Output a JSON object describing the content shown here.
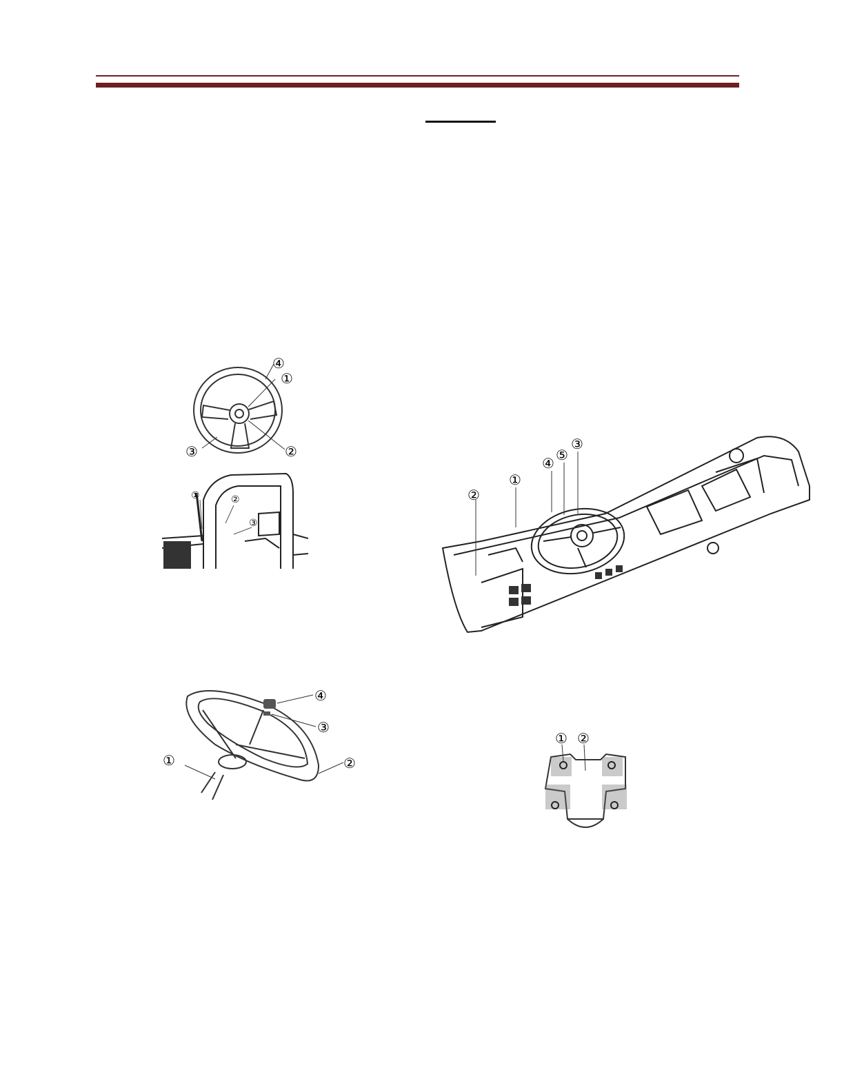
{
  "header": {
    "rule_color": "#6e1f1f"
  },
  "figures": {
    "steering_wheel": {
      "callouts": [
        "④",
        "①",
        "③",
        "②"
      ]
    },
    "cab_side": {
      "callouts": [
        "①",
        "②",
        "③"
      ]
    },
    "wheel_exploded": {
      "callouts": [
        "④",
        "③",
        "①",
        "②"
      ]
    },
    "dashboard": {
      "callouts": [
        "②",
        "①",
        "④",
        "⑤",
        "③"
      ]
    },
    "column_cover": {
      "callouts": [
        "①",
        "②"
      ]
    }
  }
}
